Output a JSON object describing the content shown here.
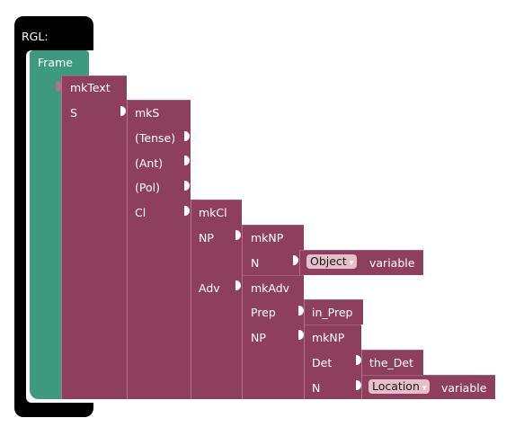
{
  "rgl_label": "RGL:",
  "frame_label": "Frame",
  "blocks": {
    "mkText": "mkText",
    "mkText_arg": "S",
    "mkS": "mkS",
    "tense": "(Tense)",
    "ant": "(Ant)",
    "pol": "(Pol)",
    "cl": "Cl",
    "mkCl": "mkCl",
    "np1": "NP",
    "mkNP1": "mkNP",
    "n1": "N",
    "object_dd": "Object",
    "variable1": "variable",
    "adv": "Adv",
    "mkAdv": "mkAdv",
    "prep": "Prep",
    "in_Prep": "in_Prep",
    "np2": "NP",
    "mkNP2": "mkNP",
    "det": "Det",
    "the_Det": "the_Det",
    "n2": "N",
    "location_dd": "Location",
    "variable2": "variable"
  },
  "dropdown_arrow": "▾",
  "colors": {
    "function": "#8f3f5e",
    "frame": "#3e9a7e",
    "root": "#000000",
    "dropdown": "#e6bfca"
  }
}
